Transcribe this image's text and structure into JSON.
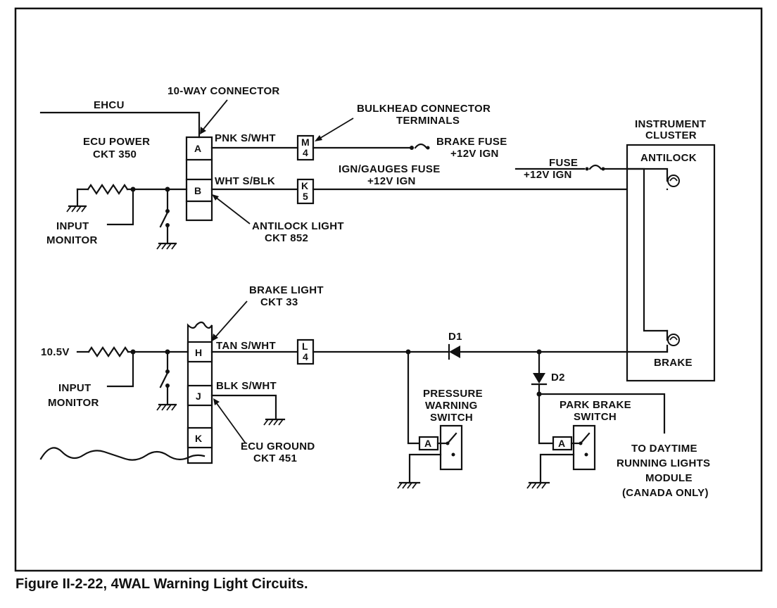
{
  "caption": "Figure II-2-22, 4WAL Warning Light Circuits.",
  "labels": {
    "ehcu": "EHCU",
    "ten_way_connector": "10-WAY CONNECTOR",
    "ecu_power_1": "ECU POWER",
    "ecu_power_2": "CKT 350",
    "pnk_swht": "PNK S/WHT",
    "wht_sblk": "WHT S/BLK",
    "bulkhead_1": "BULKHEAD CONNECTOR",
    "bulkhead_2": "TERMINALS",
    "brake_fuse_1": "BRAKE FUSE",
    "brake_fuse_2": "+12V IGN",
    "ign_fuse_1": "IGN/GAUGES FUSE",
    "ign_fuse_2": "+12V IGN",
    "fuse_1": "FUSE",
    "fuse_2": "+12V IGN",
    "instrument_1": "INSTRUMENT",
    "instrument_2": "CLUSTER",
    "antilock": "ANTILOCK",
    "brake": "BRAKE",
    "antilock_light_1": "ANTILOCK LIGHT",
    "antilock_light_2": "CKT 852",
    "input_monitor_1a": "INPUT",
    "input_monitor_1b": "MONITOR",
    "brake_light_1": "BRAKE LIGHT",
    "brake_light_2": "CKT 33",
    "v105": "10.5V",
    "tan_swht": "TAN S/WHT",
    "blk_swht": "BLK S/WHT",
    "input_monitor_2a": "INPUT",
    "input_monitor_2b": "MONITOR",
    "ecu_ground_1": "ECU GROUND",
    "ecu_ground_2": "CKT 451",
    "d1": "D1",
    "d2": "D2",
    "pressure_1": "PRESSURE",
    "pressure_2": "WARNING",
    "pressure_3": "SWITCH",
    "park_1": "PARK BRAKE",
    "park_2": "SWITCH",
    "daytime_1": "TO DAYTIME",
    "daytime_2": "RUNNING LIGHTS",
    "daytime_3": "MODULE",
    "daytime_4": "(CANADA ONLY)"
  },
  "pins": {
    "a": "A",
    "b": "B",
    "h": "H",
    "j": "J",
    "k": "K",
    "m": "M",
    "m_num": "4",
    "k5": "K",
    "k5_num": "5",
    "l": "L",
    "l_num": "4",
    "sw_a1": "A",
    "sw_a2": "A"
  }
}
